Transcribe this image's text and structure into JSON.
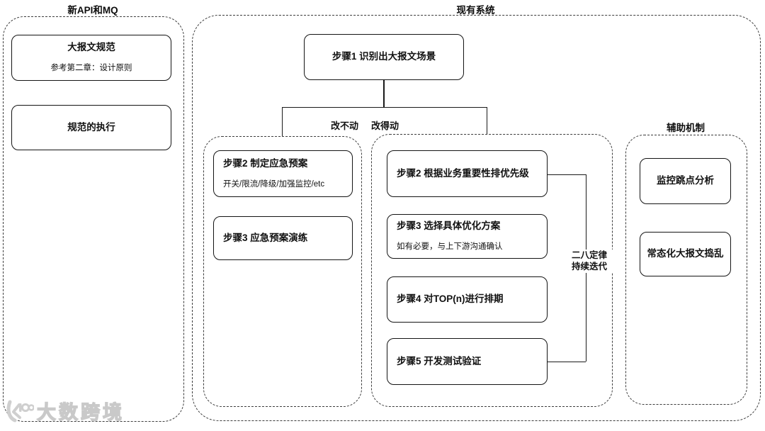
{
  "groups": {
    "new_api": {
      "title": "新API和MQ"
    },
    "existing": {
      "title": "现有系统"
    },
    "aux": {
      "title": "辅助机制"
    }
  },
  "branches": {
    "cannot_change_label": "改不动",
    "can_change_label": "改得动"
  },
  "loop_annotation": {
    "line1": "二八定律",
    "line2": "持续迭代"
  },
  "nodes": {
    "spec": {
      "title": "大报文规范",
      "subtitle": "参考第二章：设计原则"
    },
    "spec_exec": {
      "title": "规范的执行"
    },
    "step1": {
      "title": "步骤1 识别出大报文场景"
    },
    "cannot_step2": {
      "title": "步骤2 制定应急预案",
      "subtitle": "开关/限流/降级/加强监控/etc"
    },
    "cannot_step3": {
      "title": "步骤3 应急预案演练"
    },
    "can_step2": {
      "title": "步骤2 根据业务重要性排优先级"
    },
    "can_step3": {
      "title": "步骤3 选择具体优化方案",
      "subtitle": "如有必要，与上下游沟通确认"
    },
    "can_step4": {
      "title": "步骤4 对TOP(n)进行排期"
    },
    "can_step5": {
      "title": "步骤5 开发测试验证"
    },
    "aux_monitor": {
      "title": "监控跳点分析"
    },
    "aux_chaos": {
      "title": "常态化大报文捣乱"
    }
  },
  "watermark": {
    "brand": "大数跨境"
  },
  "colors": {
    "line": "#1a1a1a",
    "dash": "#3c3c3c",
    "watermark": "#c9c9c9"
  }
}
